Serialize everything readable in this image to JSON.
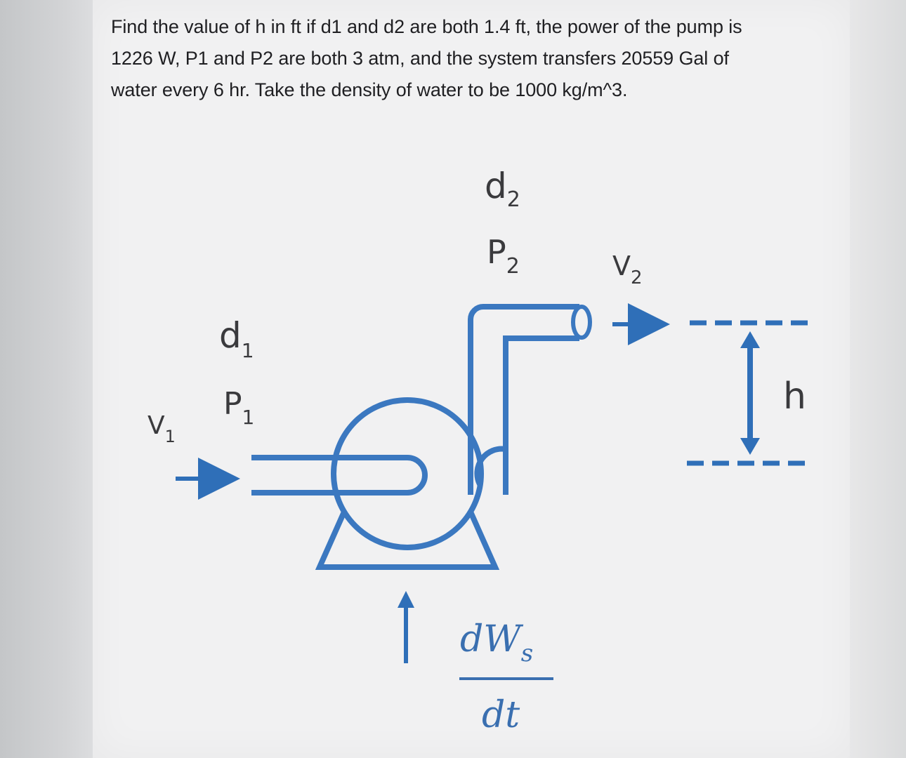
{
  "question": {
    "lines": [
      "Find the value of h in ft if d1 and d2 are both 1.4 ft, the power of the pump is",
      "1226 W, P1 and P2 are both 3 atm, and the system transfers 20559 Gal of",
      "water every 6 hr. Take the density of water to be 1000 kg/m^3."
    ]
  },
  "diagram": {
    "outlet": {
      "d": "d",
      "d_sub": "2",
      "p": "P",
      "p_sub": "2",
      "v": "V",
      "v_sub": "2"
    },
    "inlet": {
      "d": "d",
      "d_sub": "1",
      "p": "P",
      "p_sub": "1",
      "v": "V",
      "v_sub": "1"
    },
    "height_label": "h",
    "work_rate": {
      "numerator": "dW",
      "numerator_sub": "s",
      "denominator": "dt"
    },
    "colors": {
      "pump": "#3b78c0",
      "arrow": "#2f6fb8",
      "text": "#3a3a3d"
    }
  }
}
